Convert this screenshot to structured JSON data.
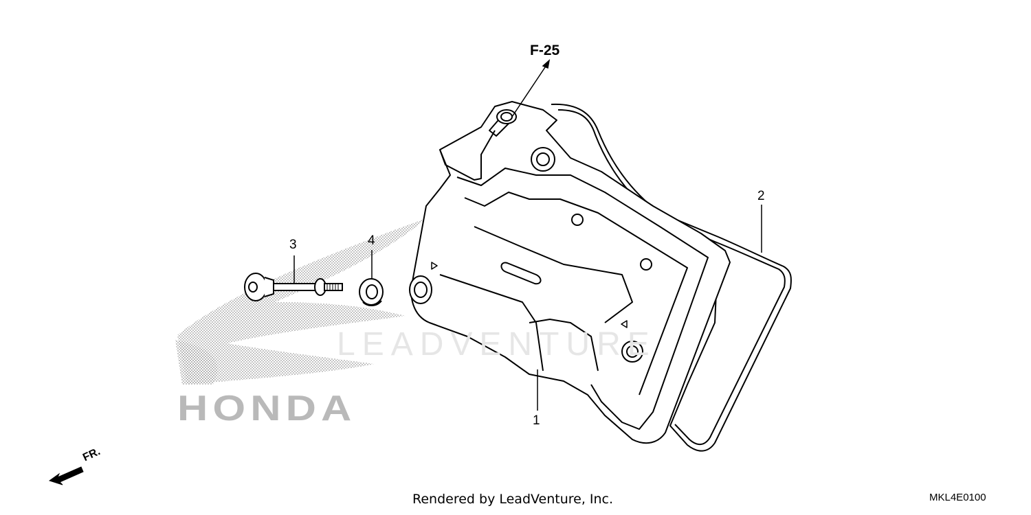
{
  "reference": "F-25",
  "front_indicator": "FR.",
  "callouts": {
    "cylinder_head_cover": "1",
    "gasket": "2",
    "bolt": "3",
    "washer": "4"
  },
  "watermark": {
    "brand": "HONDA",
    "vendor": "LEADVENTURE"
  },
  "footer_text": "Rendered by LeadVenture, Inc.",
  "diagram_code": "MKL4E0100"
}
